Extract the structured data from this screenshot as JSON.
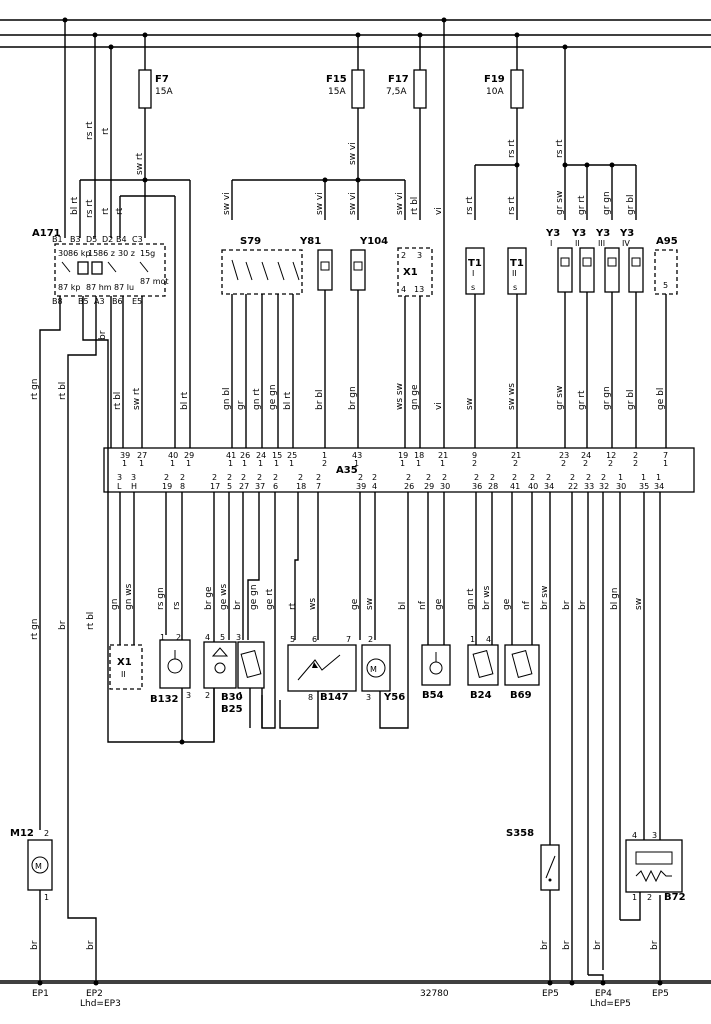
{
  "diagram": {
    "drawing_number": "32780",
    "fuses": [
      {
        "name": "F7",
        "rating": "15A"
      },
      {
        "name": "F15",
        "rating": "15A"
      },
      {
        "name": "F17",
        "rating": "7,5A"
      },
      {
        "name": "F19",
        "rating": "10A"
      }
    ],
    "components": {
      "A171": "A171",
      "S79": "S79",
      "Y81": "Y81",
      "Y104": "Y104",
      "X1": "X1",
      "T1_I": "T1",
      "T1_II": "T1",
      "Y3_I": "Y3",
      "Y3_II": "Y3",
      "Y3_III": "Y3",
      "Y3_IV": "Y3",
      "A95": "A95",
      "A35": "A35",
      "X1_II": "X1",
      "B132": "B132",
      "B30": "B30",
      "B25": "B25",
      "B147": "B147",
      "Y56": "Y56",
      "B54": "B54",
      "B24": "B24",
      "B69": "B69",
      "M12": "M12",
      "S358": "S358",
      "B72": "B72"
    },
    "roman": {
      "I": "I",
      "II": "II",
      "III": "III",
      "IV": "IV"
    },
    "grounds": [
      {
        "name": "EP1",
        "sub": ""
      },
      {
        "name": "EP2",
        "sub": "Lhd=EP3"
      },
      {
        "name": "EP5",
        "sub": ""
      },
      {
        "name": "EP4",
        "sub": "Lhd=EP5"
      },
      {
        "name": "EP5",
        "sub": ""
      }
    ],
    "wire_colors": {
      "rs_rt": "rs rt",
      "rt": "rt",
      "sw_rt": "sw rt",
      "bl_rt": "bl rt",
      "sw_vi": "sw vi",
      "rt_bl": "rt bl",
      "vi": "vi",
      "gr_sw": "gr sw",
      "gr_rt": "gr rt",
      "gr_gn": "gr gn",
      "gr_bl": "gr bl",
      "rt_gn": "rt gn",
      "br": "br",
      "gn_bl": "gn bl",
      "gr": "gr",
      "gn_rt": "gn rt",
      "ge_gn": "ge gn",
      "br_bl": "br bl",
      "br_gn": "br gn",
      "ws_sw": "ws sw",
      "gn_ge": "gn ge",
      "sw": "sw",
      "sw_ws": "sw ws",
      "ge_bl": "ge bl",
      "gn": "gn",
      "gn_ws": "gn ws",
      "rs_gn": "rs gn",
      "rs": "rs",
      "br_ge": "br ge",
      "ge_ws": "ge ws",
      "ge_rt": "ge rt",
      "ws": "ws",
      "ge": "ge",
      "bl": "bl",
      "nf": "nf",
      "gn_rt2": "gn rt",
      "br_ws": "br ws",
      "br_sw": "br sw",
      "bl_gn": "bl gn"
    },
    "relay_terms": {
      "t30": "30",
      "t86kp": "86 kp",
      "t15": "15",
      "t86z": "86 z",
      "t30z": "30 z",
      "t15g": "15g",
      "t87kp": "87 kp",
      "t87hm": "87 hm",
      "t87lu": "87 lu",
      "t87mot": "87 mot",
      "B1": "B1",
      "B3": "B3",
      "D5": "D5",
      "D2": "D2",
      "B4": "B4",
      "C3": "C3",
      "B8": "B8",
      "B5": "B5",
      "A3": "A3",
      "B6": "B6",
      "E5": "E5"
    }
  }
}
